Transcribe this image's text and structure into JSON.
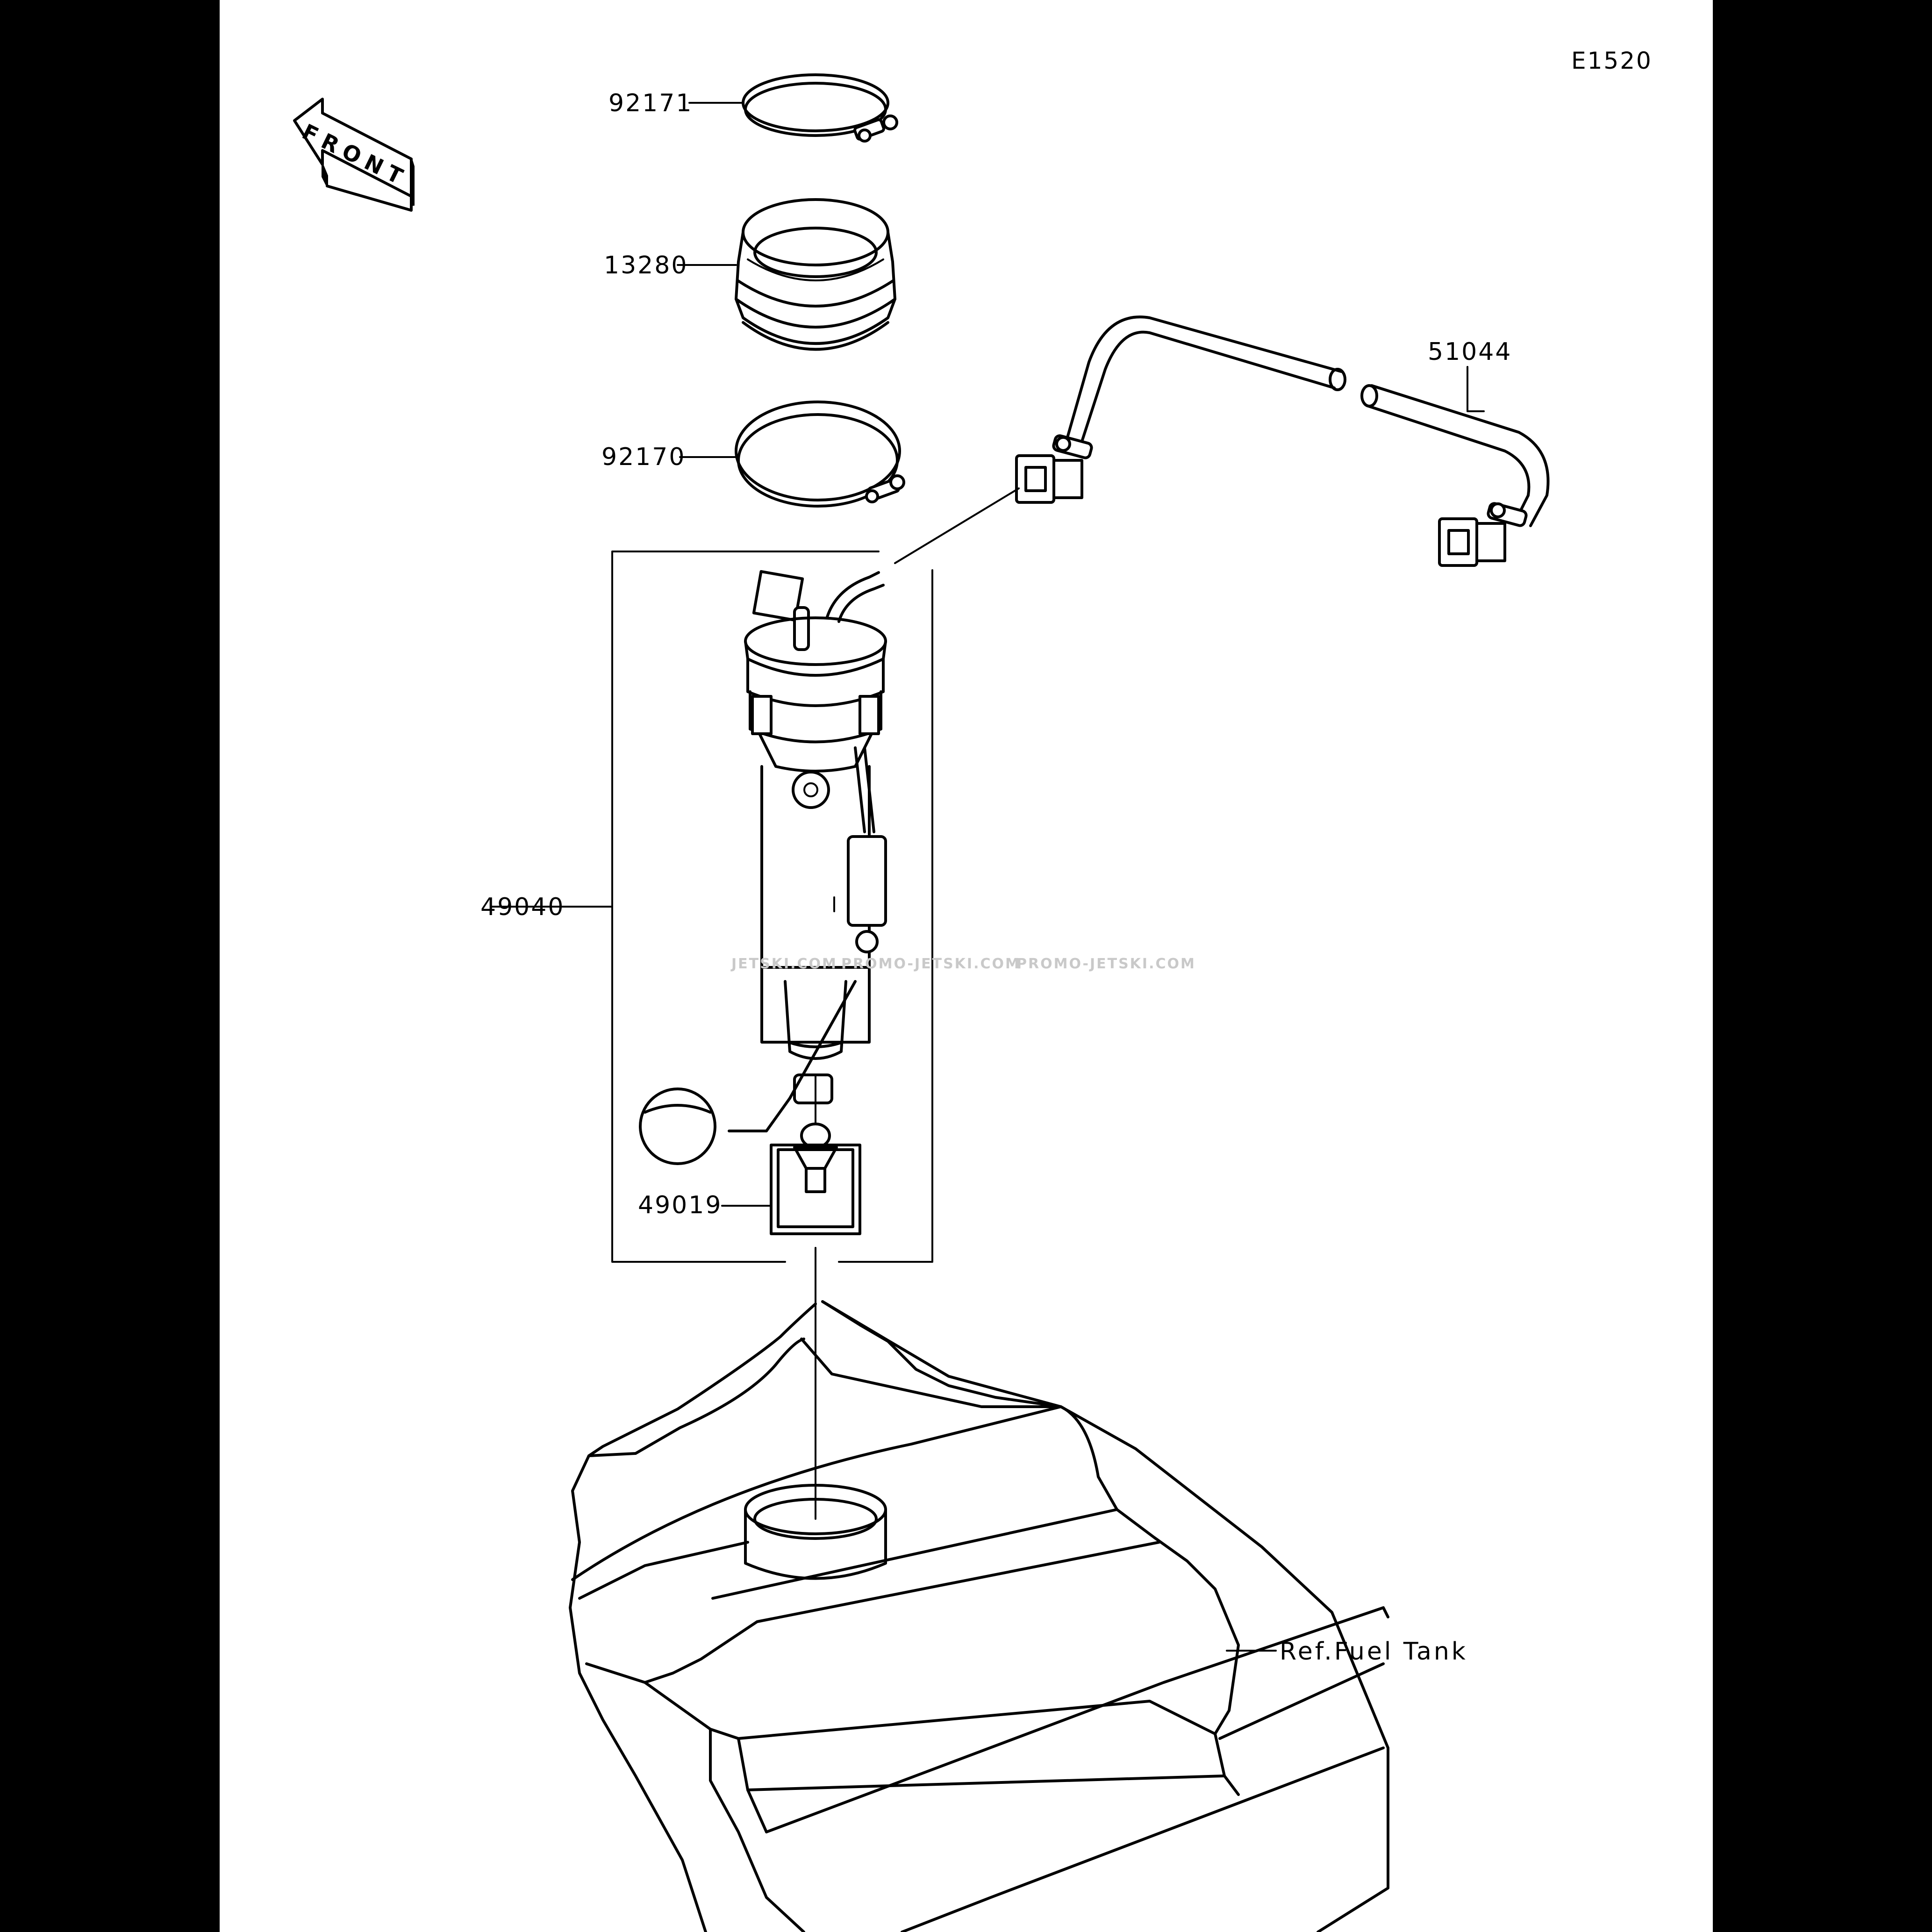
{
  "diagram_code": "E1520",
  "front_label": "FRONT",
  "callouts": {
    "clamp_upper": "92171",
    "grommet": "13280",
    "clamp_lower": "92170",
    "hose": "51044",
    "fuel_pump_assy": "49040",
    "filter": "49019",
    "fuel_tank_ref": "Ref.Fuel Tank"
  },
  "watermark": {
    "part1": "JETSKI.COM",
    "part2": "PROMO-JETSKI.COM",
    "part3": "PROMO-JETSKI.COM"
  }
}
